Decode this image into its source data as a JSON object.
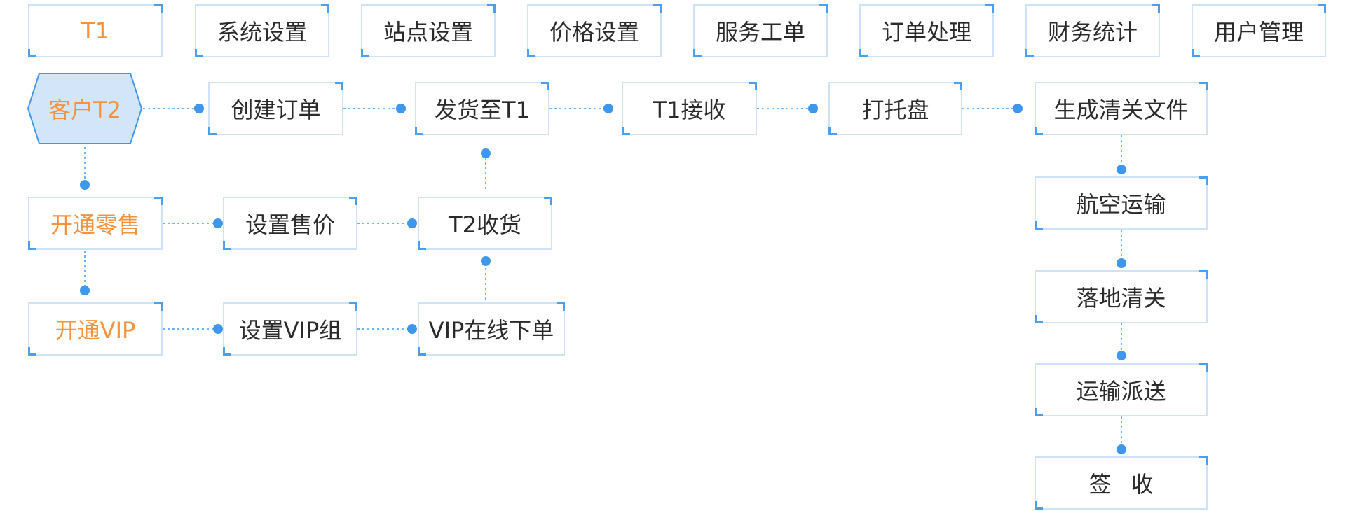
{
  "nav": {
    "t1": "T1",
    "system_settings": "系统设置",
    "site_settings": "站点设置",
    "price_settings": "价格设置",
    "service_tickets": "服务工单",
    "order_processing": "订单处理",
    "finance_stats": "财务统计",
    "user_management": "用户管理"
  },
  "flow": {
    "customer_t2": "客户T2",
    "create_order": "创建订单",
    "ship_to_t1": "发货至T1",
    "t1_receive": "T1接收",
    "palletize": "打托盘",
    "generate_clearance_docs": "生成清关文件",
    "air_transport": "航空运输",
    "landing_clearance": "落地清关",
    "transport_delivery": "运输派送",
    "sign_receipt": "签收",
    "open_retail": "开通零售",
    "set_price": "设置售价",
    "t2_receive": "T2收货",
    "open_vip": "开通VIP",
    "set_vip_group": "设置VIP组",
    "vip_online_order": "VIP在线下单"
  },
  "colors": {
    "highlight_text": "#f5923e",
    "connector": "#3f97ec",
    "box_border": "#cfe2f7"
  }
}
